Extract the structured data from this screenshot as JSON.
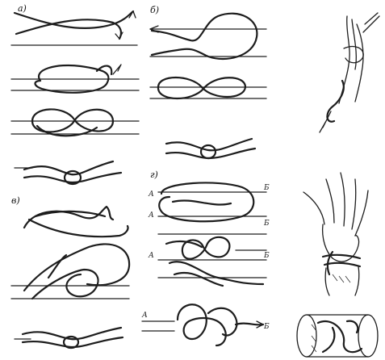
{
  "panels": {
    "a": {
      "label": "а)"
    },
    "b": {
      "label": "б)"
    },
    "v": {
      "label": "в)"
    },
    "g": {
      "label": "г)"
    }
  },
  "end_labels": {
    "g_step1_left": "А",
    "g_step1_right": "Б",
    "g_step2_left": "А",
    "g_step2_right": "Б",
    "g_step3_left": "А",
    "g_step3_right": "Б",
    "g_step4_left": "А",
    "g_step4_right": "Б"
  },
  "colors": {
    "ink": "#1d1d1d",
    "paper": "#ffffff"
  }
}
